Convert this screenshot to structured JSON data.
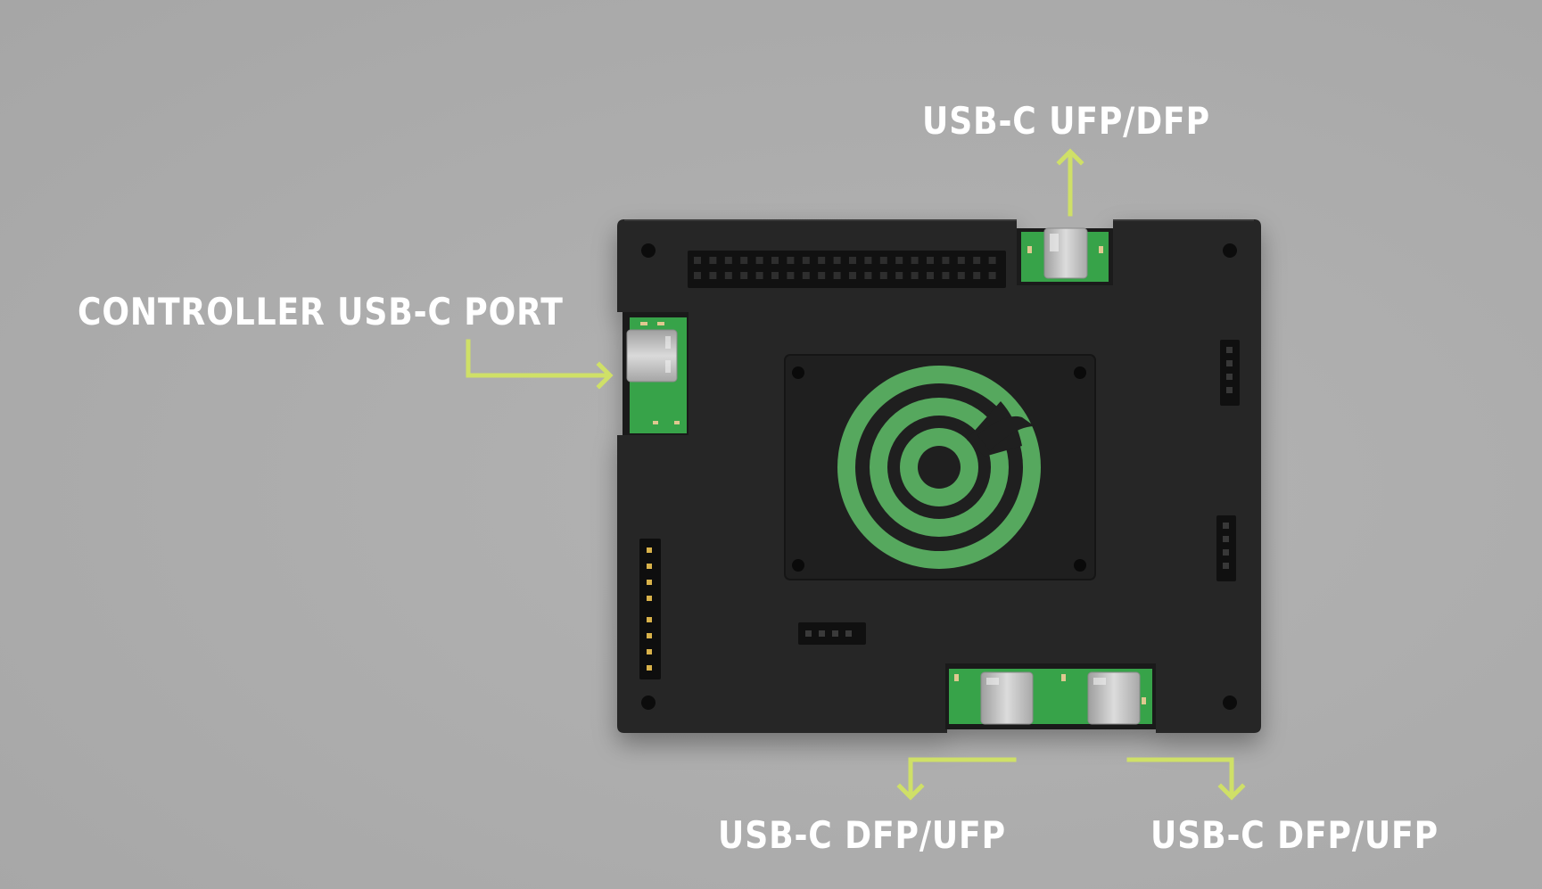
{
  "callouts": {
    "top": "USB-C UFP/DFP",
    "left": "CONTROLLER USB-C PORT",
    "bottom_left": "USB-C DFP/UFP",
    "bottom_right": "USB-C DFP/UFP"
  },
  "colors": {
    "background": "#aeaeae",
    "board": "#262626",
    "pcb_green": "#36a64a",
    "logo_green": "#56a85e",
    "arrow": "#cfe067",
    "connector_metal": "#c2c2c2",
    "label_text": "#ffffff"
  }
}
